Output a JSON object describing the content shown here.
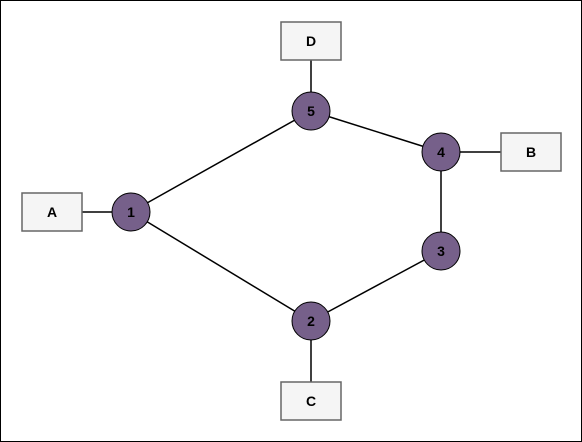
{
  "diagram": {
    "node_color": "#76608a",
    "box_fill": "#f5f5f5",
    "box_stroke": "#666666",
    "line_color": "#000000",
    "nodes": [
      {
        "id": "n1",
        "label": "1"
      },
      {
        "id": "n2",
        "label": "2"
      },
      {
        "id": "n3",
        "label": "3"
      },
      {
        "id": "n4",
        "label": "4"
      },
      {
        "id": "n5",
        "label": "5"
      }
    ],
    "boxes": [
      {
        "id": "bA",
        "label": "A"
      },
      {
        "id": "bB",
        "label": "B"
      },
      {
        "id": "bC",
        "label": "C"
      },
      {
        "id": "bD",
        "label": "D"
      }
    ],
    "edges": [
      [
        "n1",
        "n5"
      ],
      [
        "n1",
        "n2"
      ],
      [
        "n2",
        "n3"
      ],
      [
        "n3",
        "n4"
      ],
      [
        "n4",
        "n5"
      ],
      [
        "bA",
        "n1"
      ],
      [
        "bB",
        "n4"
      ],
      [
        "bC",
        "n2"
      ],
      [
        "bD",
        "n5"
      ]
    ]
  }
}
